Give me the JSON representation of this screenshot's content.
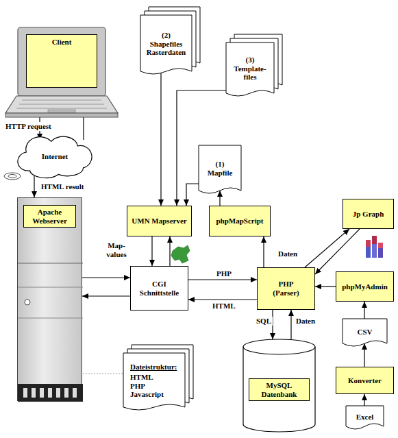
{
  "diagram": {
    "nodes": [
      {
        "text": [
          "Client"
        ]
      },
      {
        "text": [
          "(2)",
          "Shapefiles Rasterdaten"
        ]
      },
      {
        "text": [
          "(3)",
          "Template-files"
        ]
      },
      {
        "text": [
          "Internet"
        ]
      },
      {
        "text": [
          "(1)",
          "Mapfile"
        ]
      },
      {
        "text": [
          "Apache Webserver"
        ]
      },
      {
        "text": [
          "UMN Mapserver"
        ]
      },
      {
        "text": [
          "phpMapScript"
        ]
      },
      {
        "text": [
          "Jp Graph"
        ]
      },
      {
        "text": [
          "CGI Schnittstelle"
        ]
      },
      {
        "text": [
          "PHP (Parser)"
        ]
      },
      {
        "text": [
          "phpMyAdmin"
        ]
      },
      {
        "text": [
          "CSV"
        ]
      },
      {
        "text": [
          "Dateistruktur:",
          "HTML PHP Javascript"
        ]
      },
      {
        "text": [
          "MySQL Datenbank"
        ]
      },
      {
        "text": [
          "Konverter"
        ]
      },
      {
        "text": [
          "Excel"
        ]
      }
    ],
    "edges": [
      {
        "from": 0,
        "to": 3,
        "arrow": "to",
        "label": "HTTP request"
      },
      {
        "from": 3,
        "to": 0,
        "arrow": "to"
      },
      {
        "from": 3,
        "to": 5,
        "arrow": "to"
      },
      {
        "from": 5,
        "to": 9,
        "arrow": "to"
      },
      {
        "from": 9,
        "to": 5,
        "arrow": "to"
      },
      {
        "from": 9,
        "to": 6,
        "arrow": "to"
      },
      {
        "from": 6,
        "to": 9,
        "arrow": "to"
      },
      {
        "from": 1,
        "to": 6,
        "arrow": "to"
      },
      {
        "from": 2,
        "to": 6,
        "arrow": "to"
      },
      {
        "from": 4,
        "to": 6,
        "arrow": "to"
      },
      {
        "from": 9,
        "to": 10,
        "arrow": "to",
        "label": "PHP"
      },
      {
        "from": 10,
        "to": 9,
        "arrow": "to",
        "label": "HTML"
      },
      {
        "from": 10,
        "to": 7,
        "arrow": "to"
      },
      {
        "from": 7,
        "to": 4,
        "arrow": "to"
      },
      {
        "from": 10,
        "to": 8,
        "arrow": "to",
        "label": "Daten"
      },
      {
        "from": 8,
        "to": 10,
        "arrow": "to"
      },
      {
        "from": 11,
        "to": 10,
        "arrow": "to"
      },
      {
        "from": 10,
        "to": 14,
        "arrow": "to",
        "label": "SQL"
      },
      {
        "from": 14,
        "to": 10,
        "arrow": "to",
        "label": "Daten"
      },
      {
        "from": 12,
        "to": 11,
        "arrow": "to"
      },
      {
        "from": 15,
        "to": 12,
        "arrow": "to"
      },
      {
        "from": 16,
        "to": 15,
        "arrow": "to"
      }
    ],
    "labels": [
      "HTML result",
      "Map-values"
    ]
  }
}
